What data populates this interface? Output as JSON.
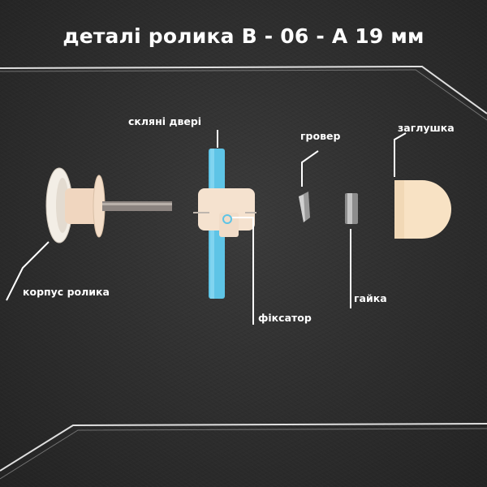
{
  "title": "деталі ролика B - 06 - A 19 мм",
  "labels": {
    "body": "корпус ролика",
    "glass": "скляні двері",
    "grover": "гровер",
    "cap": "заглушка",
    "nut": "гайка",
    "fixer": "фіксатор"
  },
  "colors": {
    "background": "#2d2d2d",
    "text": "#ffffff",
    "line": "#ffffff",
    "glass": "#5ec4e6",
    "plastic": "#f2dcc6"
  }
}
